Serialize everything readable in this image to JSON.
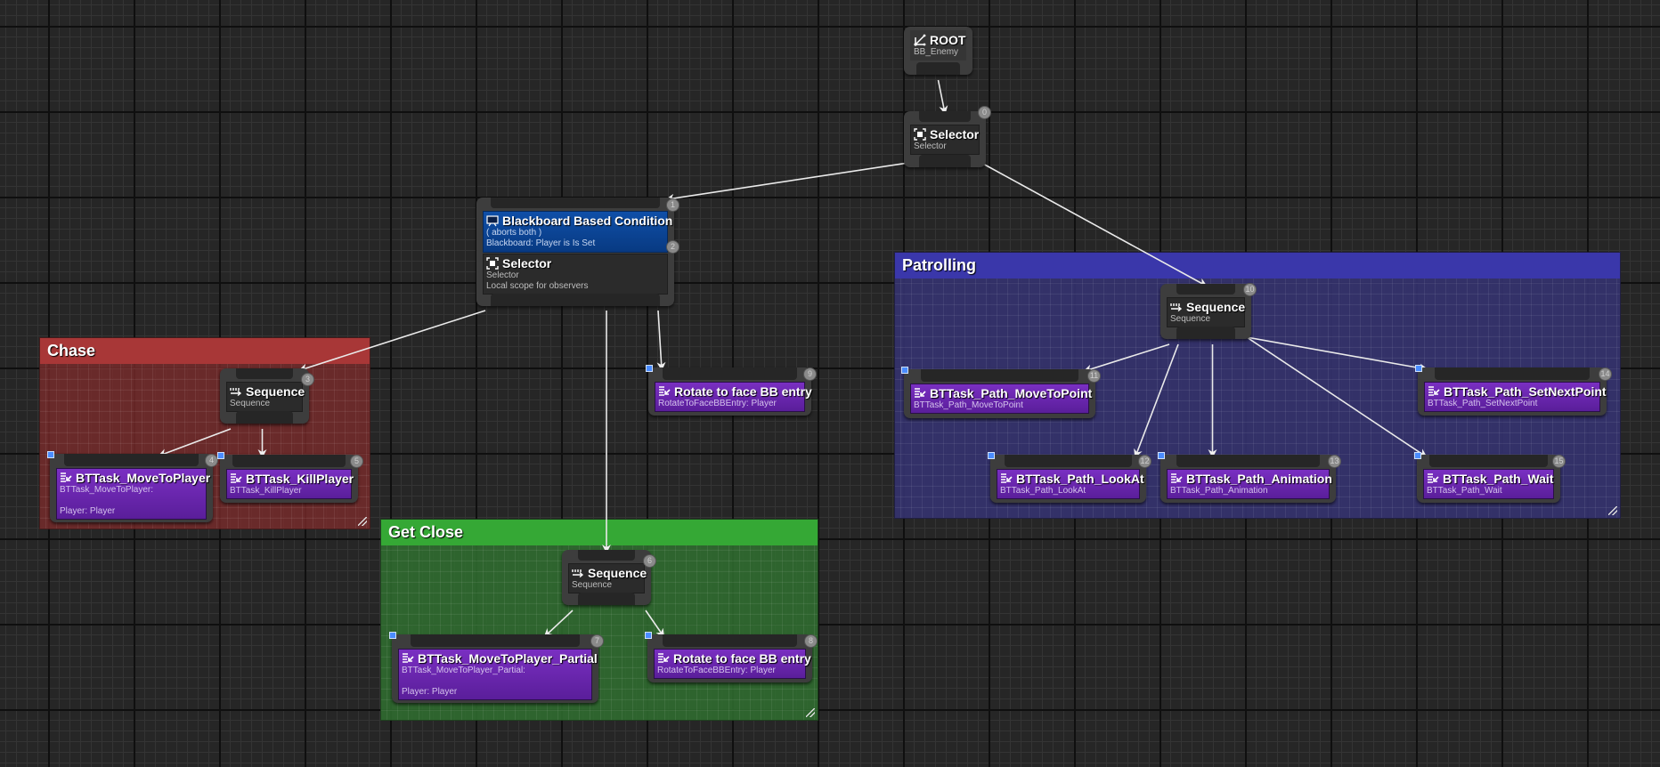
{
  "canvas": {
    "background": "#262626"
  },
  "groups": [
    {
      "id": "chase",
      "label": "Chase",
      "header_color": "#a83737",
      "body_color": "rgba(124,44,44,0.78)"
    },
    {
      "id": "get-close",
      "label": "Get Close",
      "header_color": "#35a835",
      "body_color": "rgba(48,112,48,0.85)"
    },
    {
      "id": "patrolling",
      "label": "Patrolling",
      "header_color": "#3a37aa",
      "body_color": "rgba(52,50,110,0.92)"
    }
  ],
  "nodes": {
    "root": {
      "title": "ROOT",
      "subtitle": "BB_Enemy",
      "icon": "root-icon"
    },
    "selector_main": {
      "index": "0",
      "title": "Selector",
      "subtitle": "Selector",
      "icon": "selector-icon"
    },
    "bb_condition": {
      "decorator": {
        "index": "1",
        "title": "Blackboard Based Condition",
        "line1": "( aborts both )",
        "line2": "Blackboard: Player is Is Set",
        "icon": "blackboard-icon"
      },
      "composite": {
        "index": "2",
        "title": "Selector",
        "line1": "Selector",
        "line2": "Local scope for observers",
        "icon": "selector-icon"
      }
    },
    "chase_sequence": {
      "index": "3",
      "title": "Sequence",
      "subtitle": "Sequence",
      "icon": "sequence-icon"
    },
    "chase_move": {
      "index": "4",
      "title": "BTTask_MoveToPlayer",
      "line1": "BTTask_MoveToPlayer:",
      "line2": "Player: Player",
      "icon": "task-icon"
    },
    "chase_kill": {
      "index": "5",
      "title": "BTTask_KillPlayer",
      "line1": "BTTask_KillPlayer",
      "icon": "task-icon"
    },
    "close_sequence": {
      "index": "6",
      "title": "Sequence",
      "subtitle": "Sequence",
      "icon": "sequence-icon"
    },
    "close_move": {
      "index": "7",
      "title": "BTTask_MoveToPlayer_Partial",
      "line1": "BTTask_MoveToPlayer_Partial:",
      "line2": "Player: Player",
      "icon": "task-icon"
    },
    "close_rotate": {
      "index": "8",
      "title": "Rotate to face BB entry",
      "line1": "RotateToFaceBBEntry: Player",
      "icon": "task-icon"
    },
    "rotate_main": {
      "index": "9",
      "title": "Rotate to face BB entry",
      "line1": "RotateToFaceBBEntry: Player",
      "icon": "task-icon"
    },
    "patrol_sequence": {
      "index": "10",
      "title": "Sequence",
      "subtitle": "Sequence",
      "icon": "sequence-icon"
    },
    "patrol_move": {
      "index": "11",
      "title": "BTTask_Path_MoveToPoint",
      "line1": "BTTask_Path_MoveToPoint",
      "icon": "task-icon"
    },
    "patrol_lookat": {
      "index": "12",
      "title": "BTTask_Path_LookAt",
      "line1": "BTTask_Path_LookAt",
      "icon": "task-icon"
    },
    "patrol_anim": {
      "index": "13",
      "title": "BTTask_Path_Animation",
      "line1": "BTTask_Path_Animation",
      "icon": "task-icon"
    },
    "patrol_setnext": {
      "index": "14",
      "title": "BTTask_Path_SetNextPoint",
      "line1": "BTTask_Path_SetNextPoint",
      "icon": "task-icon"
    },
    "patrol_wait": {
      "index": "15",
      "title": "BTTask_Path_Wait",
      "line1": "BTTask_Path_Wait",
      "icon": "task-icon"
    }
  },
  "edges": [
    [
      "root",
      "selector_main"
    ],
    [
      "selector_main",
      "bb_condition"
    ],
    [
      "selector_main",
      "patrol_sequence"
    ],
    [
      "bb_condition",
      "chase_sequence"
    ],
    [
      "bb_condition",
      "close_sequence"
    ],
    [
      "bb_condition",
      "rotate_main"
    ],
    [
      "chase_sequence",
      "chase_move"
    ],
    [
      "chase_sequence",
      "chase_kill"
    ],
    [
      "close_sequence",
      "close_move"
    ],
    [
      "close_sequence",
      "close_rotate"
    ],
    [
      "patrol_sequence",
      "patrol_move"
    ],
    [
      "patrol_sequence",
      "patrol_lookat"
    ],
    [
      "patrol_sequence",
      "patrol_anim"
    ],
    [
      "patrol_sequence",
      "patrol_setnext"
    ],
    [
      "patrol_sequence",
      "patrol_wait"
    ]
  ]
}
